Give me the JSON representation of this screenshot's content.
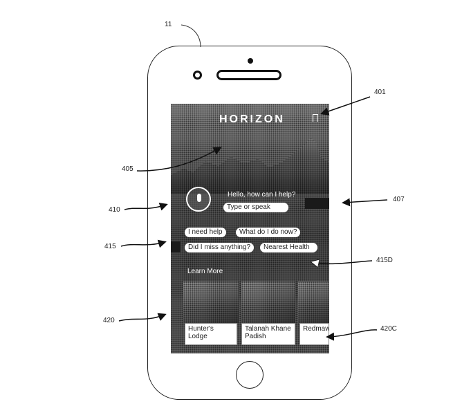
{
  "figure": {
    "device_ref": "11",
    "refs": {
      "r401": "401",
      "r405": "405",
      "r407": "407",
      "r410": "410",
      "r415": "415",
      "r415d": "415D",
      "r420": "420",
      "r420c": "420C"
    }
  },
  "app": {
    "logo": "HORIZON",
    "greeting": "Hello, how can I help?",
    "input_placeholder": "Type or speak",
    "suggestions": [
      "I need help",
      "What do I do now?",
      "Did I miss anything?",
      "Nearest Health"
    ],
    "learn_more": "Learn More",
    "cards": [
      {
        "line1": "Hunter's",
        "line2": "Lodge"
      },
      {
        "line1": "Talanah Khane",
        "line2": "Padish"
      },
      {
        "line1": "Redmaw",
        "line2": ""
      }
    ]
  },
  "icons": {
    "bookmark": "bookmark-icon",
    "mic": "microphone-icon"
  }
}
